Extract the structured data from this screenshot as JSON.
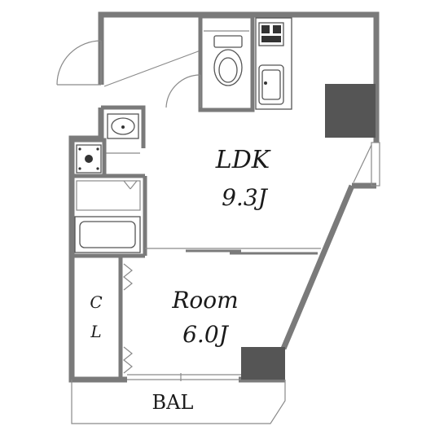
{
  "rooms": {
    "ldk": {
      "name": "LDK",
      "size": "9.3J"
    },
    "room": {
      "name": "Room",
      "size": "6.0J"
    },
    "closet": {
      "line1": "C",
      "line2": "L"
    },
    "balcony": {
      "name": "BAL"
    }
  },
  "colors": {
    "wall": "#7a7a7a",
    "pillar": "#555555",
    "line": "#8a8a8a",
    "text": "#1a1a1a"
  }
}
